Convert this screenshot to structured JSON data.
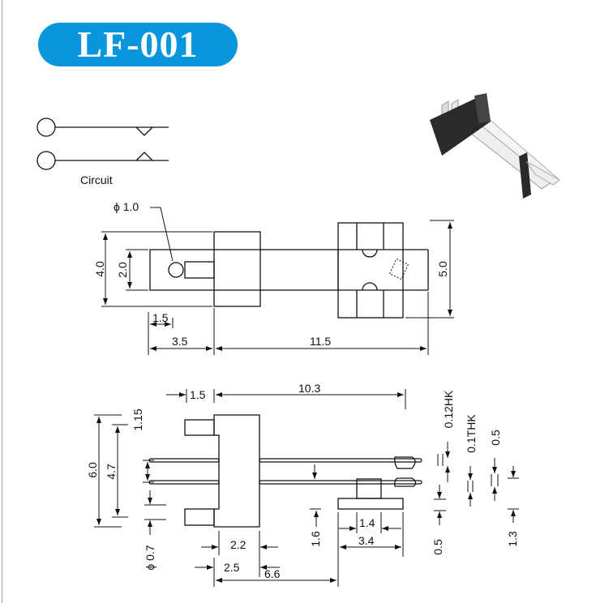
{
  "title": "LF-001",
  "circuit": {
    "label": "Circuit"
  },
  "top_view": {
    "hole_dia": "ϕ 1.0",
    "height_total": "4.0",
    "height_inner": "2.0",
    "height_right": "5.0",
    "offset_small": "1.5",
    "length_left": "3.5",
    "length_main": "11.5"
  },
  "side_view": {
    "offset_top": "1.5",
    "length_top": "10.3",
    "height_total": "6.0",
    "height_inner": "4.7",
    "tab": "1.15",
    "pin_dia": "ϕ 0.7",
    "w_22": "2.2",
    "w_25": "2.5",
    "w_66": "6.6",
    "h_16": "1.6",
    "w_14": "1.4",
    "w_34": "3.4",
    "thk_012": "0.12HK",
    "thk_01": "0.1THK",
    "d_05a": "0.5",
    "d_05b": "0.5",
    "d_13": "1.3"
  }
}
